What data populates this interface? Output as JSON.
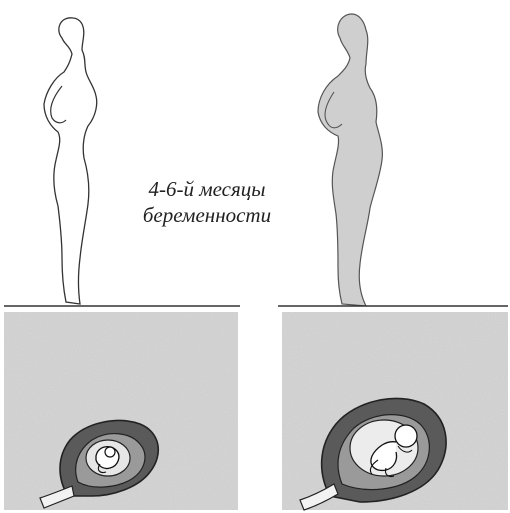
{
  "caption": {
    "line1": "4-6-й месяцы",
    "line2": "беременности"
  },
  "panels": [
    {
      "name": "early-pregnancy",
      "figure": "woman-silhouette-light",
      "uterus": "small-fetus"
    },
    {
      "name": "later-pregnancy",
      "figure": "woman-silhouette-shaded",
      "uterus": "larger-fetus"
    }
  ],
  "colors": {
    "background": "#ffffff",
    "ink": "#222222",
    "shade": "#c9c9c9",
    "tissue_dark": "#5a5a5a",
    "tissue_mid": "#9a9a9a"
  }
}
